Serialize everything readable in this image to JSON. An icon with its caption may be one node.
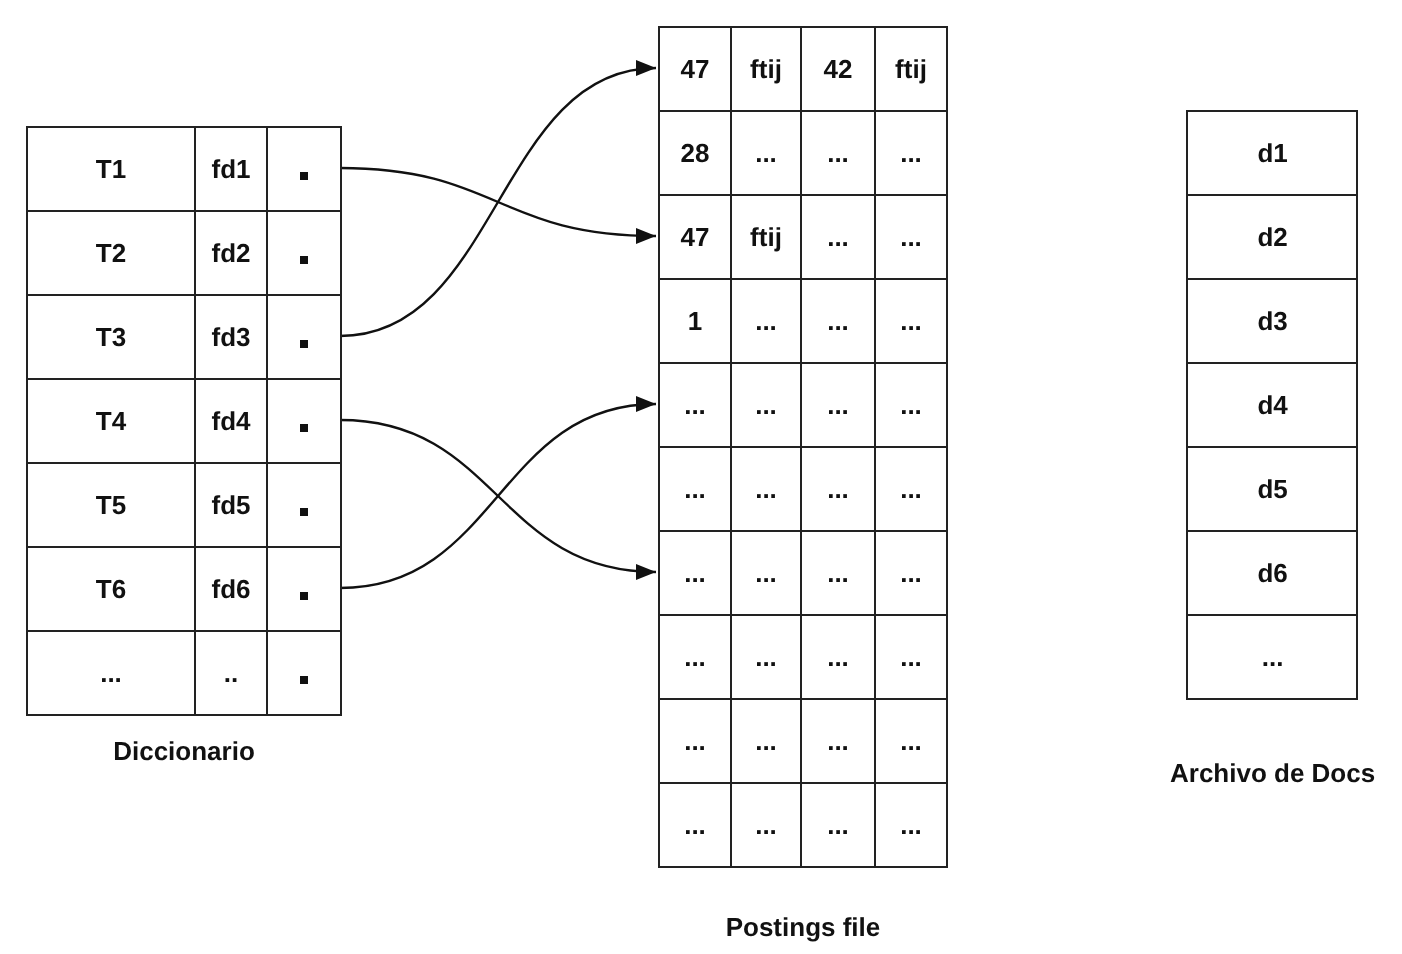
{
  "diagram": {
    "nodes": [
      {
        "text": [
          "Diccionario"
        ]
      },
      {
        "text": [
          "T1"
        ],
        "in": 0
      },
      {
        "text": [
          "fd1"
        ],
        "in": 0
      },
      {
        "text": [],
        "shape": "box",
        "in": 0
      },
      {
        "text": [
          "T2"
        ],
        "in": 0
      },
      {
        "text": [
          "fd2"
        ],
        "in": 0
      },
      {
        "text": [],
        "shape": "box",
        "in": 0
      },
      {
        "text": [
          "T3"
        ],
        "in": 0
      },
      {
        "text": [
          "fd3"
        ],
        "in": 0
      },
      {
        "text": [],
        "shape": "box",
        "in": 0
      },
      {
        "text": [
          "T4"
        ],
        "in": 0
      },
      {
        "text": [
          "fd4"
        ],
        "in": 0
      },
      {
        "text": [],
        "shape": "box",
        "in": 0
      },
      {
        "text": [
          "T5"
        ],
        "in": 0
      },
      {
        "text": [
          "fd5"
        ],
        "in": 0
      },
      {
        "text": [],
        "shape": "box",
        "in": 0
      },
      {
        "text": [
          "T6"
        ],
        "in": 0
      },
      {
        "text": [
          "fd6"
        ],
        "in": 0
      },
      {
        "text": [],
        "shape": "box",
        "in": 0
      },
      {
        "text": [
          "..."
        ],
        "in": 0
      },
      {
        "text": [
          ".."
        ],
        "in": 0
      },
      {
        "text": [],
        "shape": "box",
        "in": 0
      },
      {
        "text": [
          "Postings file"
        ]
      },
      {
        "text": [
          "47"
        ],
        "in": 22
      },
      {
        "text": [
          "ftij"
        ],
        "in": 22
      },
      {
        "text": [
          "42"
        ],
        "in": 22
      },
      {
        "text": [
          "ftij"
        ],
        "in": 22
      },
      {
        "text": [
          "28"
        ],
        "in": 22
      },
      {
        "text": [
          "..."
        ],
        "in": 22
      },
      {
        "text": [
          "..."
        ],
        "in": 22
      },
      {
        "text": [
          "..."
        ],
        "in": 22
      },
      {
        "text": [
          "47"
        ],
        "in": 22
      },
      {
        "text": [
          "ftij"
        ],
        "in": 22
      },
      {
        "text": [
          "..."
        ],
        "in": 22
      },
      {
        "text": [
          "..."
        ],
        "in": 22
      },
      {
        "text": [
          "1"
        ],
        "in": 22
      },
      {
        "text": [
          "..."
        ],
        "in": 22
      },
      {
        "text": [
          "..."
        ],
        "in": 22
      },
      {
        "text": [
          "..."
        ],
        "in": 22
      },
      {
        "text": [
          "..."
        ],
        "in": 22
      },
      {
        "text": [
          "..."
        ],
        "in": 22
      },
      {
        "text": [
          "..."
        ],
        "in": 22
      },
      {
        "text": [
          "..."
        ],
        "in": 22
      },
      {
        "text": [
          "..."
        ],
        "in": 22
      },
      {
        "text": [
          "..."
        ],
        "in": 22
      },
      {
        "text": [
          "..."
        ],
        "in": 22
      },
      {
        "text": [
          "..."
        ],
        "in": 22
      },
      {
        "text": [
          "..."
        ],
        "in": 22
      },
      {
        "text": [
          "..."
        ],
        "in": 22
      },
      {
        "text": [
          "..."
        ],
        "in": 22
      },
      {
        "text": [
          "..."
        ],
        "in": 22
      },
      {
        "text": [
          "..."
        ],
        "in": 22
      },
      {
        "text": [
          "..."
        ],
        "in": 22
      },
      {
        "text": [
          "..."
        ],
        "in": 22
      },
      {
        "text": [
          "..."
        ],
        "in": 22
      },
      {
        "text": [
          "..."
        ],
        "in": 22
      },
      {
        "text": [
          "..."
        ],
        "in": 22
      },
      {
        "text": [
          "..."
        ],
        "in": 22
      },
      {
        "text": [
          "..."
        ],
        "in": 22
      },
      {
        "text": [
          "..."
        ],
        "in": 22
      },
      {
        "text": [
          "..."
        ],
        "in": 22
      },
      {
        "text": [
          "..."
        ],
        "in": 22
      },
      {
        "text": [
          "..."
        ],
        "in": 22
      },
      {
        "text": [
          "Archivo de Docs"
        ]
      },
      {
        "text": [
          "d1"
        ],
        "in": 63
      },
      {
        "text": [
          "d2"
        ],
        "in": 63
      },
      {
        "text": [
          "d3"
        ],
        "in": 63
      },
      {
        "text": [
          "d4"
        ],
        "in": 63
      },
      {
        "text": [
          "d5"
        ],
        "in": 63
      },
      {
        "text": [
          "d6"
        ],
        "in": 63
      },
      {
        "text": [
          "..."
        ],
        "in": 63
      }
    ],
    "edges": [
      {
        "from": 3,
        "to": 31,
        "arrow": "to"
      },
      {
        "from": 9,
        "to": 23,
        "arrow": "to"
      },
      {
        "from": 12,
        "to": 47,
        "arrow": "to"
      },
      {
        "from": 18,
        "to": 39,
        "arrow": "to"
      }
    ]
  }
}
